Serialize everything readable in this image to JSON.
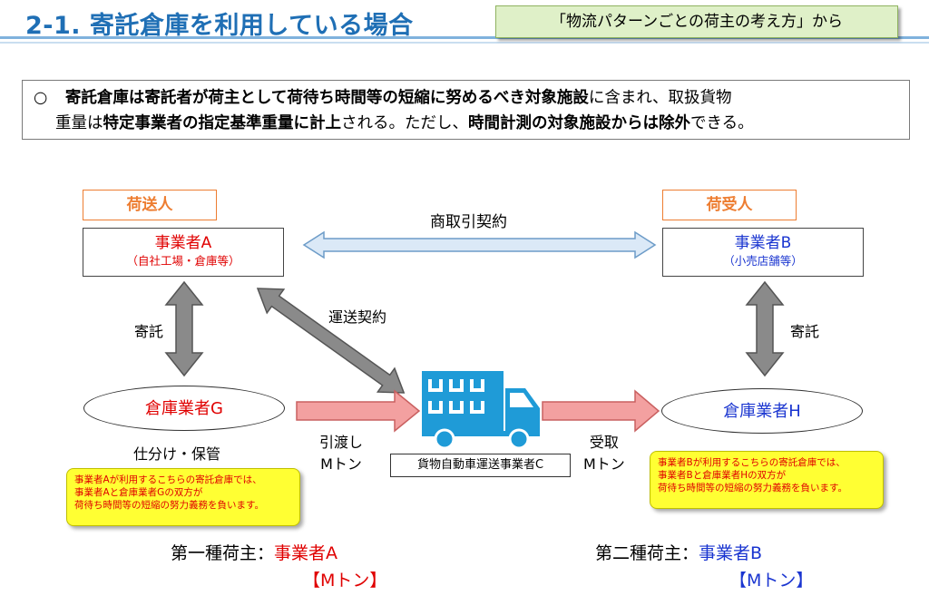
{
  "header": {
    "title": "2-1. 寄託倉庫を利用している場合",
    "source_tag": "「物流パターンごとの荷主の考え方」から"
  },
  "summary": {
    "bullet": "○",
    "line1_bold": "寄託倉庫は寄託者が荷主として荷待ち時間等の短縮に努めるべき対象施設",
    "line1_rest": "に含まれ、取扱貨物",
    "line2_a": "重量は",
    "line2_bold1": "特定事業者の指定基準重量に計上",
    "line2_b": "される。ただし、",
    "line2_bold2": "時間計測の対象施設からは除外",
    "line2_c": "できる。"
  },
  "diagram": {
    "shipper_role": "荷送人",
    "consignee_role": "荷受人",
    "commercial_contract": "商取引契約",
    "transport_contract": "運送契約",
    "business_a": {
      "name": "事業者A",
      "sub": "（自社工場・倉庫等）"
    },
    "business_b": {
      "name": "事業者B",
      "sub": "（小売店舗等）"
    },
    "deposit_left": "寄託",
    "deposit_right": "寄託",
    "warehouse_g": "倉庫業者G",
    "warehouse_h": "倉庫業者H",
    "warehouse_g_caption": "仕分け・保管",
    "handover": {
      "line1": "引渡し",
      "line2": "Mトン"
    },
    "receive": {
      "line1": "受取",
      "line2": "Mトン"
    },
    "carrier": "貨物自動車運送事業者C",
    "callout_left": [
      "事業者Aが利用するこちらの寄託倉庫では、",
      "事業者Aと倉庫業者Gの双方が",
      "荷待ち時間等の短縮の努力義務を負います。"
    ],
    "callout_right": [
      "事業者Bが利用するこちらの寄託倉庫では、",
      "事業者Bと倉庫業者Hの双方が",
      "荷待ち時間等の短縮の努力義務を負います。"
    ]
  },
  "footer": {
    "first_label": "第一種荷主：",
    "first_name": "事業者A",
    "first_amount": "【Mトン】",
    "second_label": "第二種荷主：",
    "second_name": "事業者B",
    "second_amount": "【Mトン】"
  },
  "colors": {
    "title_blue": "#1f6fb5",
    "accent_orange": "#ed7d31",
    "red": "#e00000",
    "blue": "#1a35d0",
    "truck_blue": "#1f9bd7",
    "callout_yellow": "#ffff33",
    "tag_green": "#dff0c8"
  },
  "icons": [
    "truck-icon",
    "double-arrow-icon",
    "flow-arrow-icon"
  ]
}
